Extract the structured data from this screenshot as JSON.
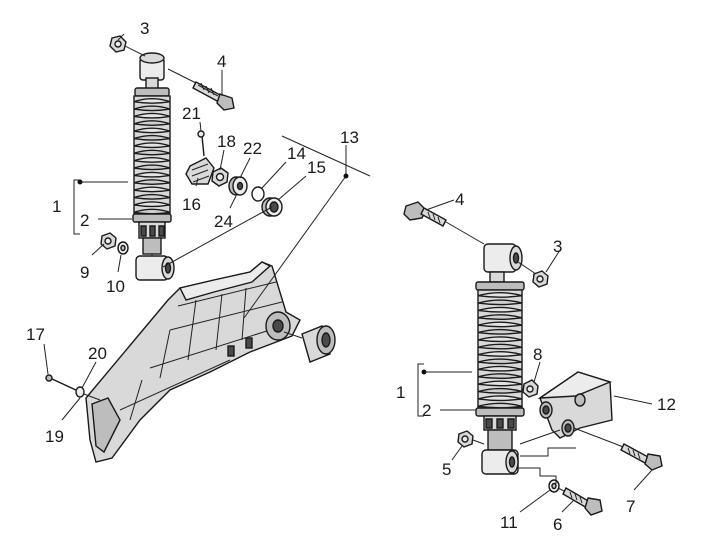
{
  "diagram": {
    "callouts": [
      {
        "id": "c3a",
        "text": "3"
      },
      {
        "id": "c4a",
        "text": "4"
      },
      {
        "id": "c21",
        "text": "21"
      },
      {
        "id": "c18",
        "text": "18"
      },
      {
        "id": "c22",
        "text": "22"
      },
      {
        "id": "c13",
        "text": "13"
      },
      {
        "id": "c14",
        "text": "14"
      },
      {
        "id": "c15",
        "text": "15"
      },
      {
        "id": "c1a",
        "text": "1"
      },
      {
        "id": "c2a",
        "text": "2"
      },
      {
        "id": "c16",
        "text": "16"
      },
      {
        "id": "c24",
        "text": "24"
      },
      {
        "id": "c9",
        "text": "9"
      },
      {
        "id": "c10",
        "text": "10"
      },
      {
        "id": "c17",
        "text": "17"
      },
      {
        "id": "c20",
        "text": "20"
      },
      {
        "id": "c19",
        "text": "19"
      },
      {
        "id": "c4b",
        "text": "4"
      },
      {
        "id": "c3b",
        "text": "3"
      },
      {
        "id": "c8",
        "text": "8"
      },
      {
        "id": "c1b",
        "text": "1"
      },
      {
        "id": "c2b",
        "text": "2"
      },
      {
        "id": "c12",
        "text": "12"
      },
      {
        "id": "c5",
        "text": "5"
      },
      {
        "id": "c7",
        "text": "7"
      },
      {
        "id": "c11",
        "text": "11"
      },
      {
        "id": "c6",
        "text": "6"
      }
    ]
  }
}
